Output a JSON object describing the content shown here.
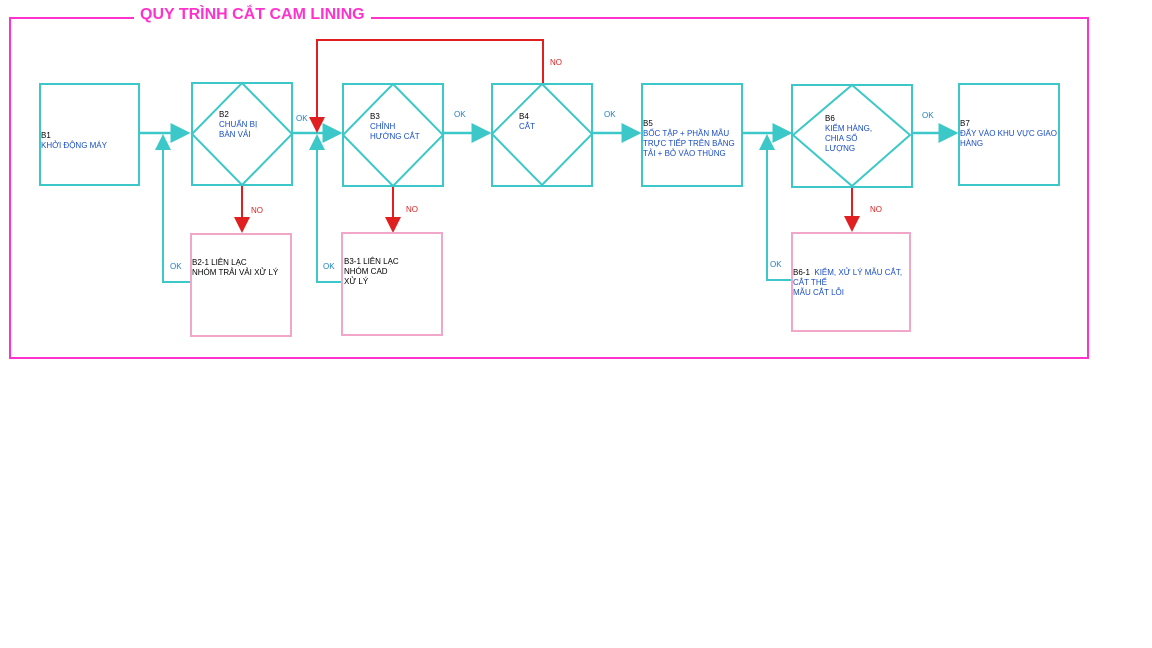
{
  "title": "QUY TRÌNH CẮT CAM LINING",
  "colors": {
    "frame": "#ff33cc",
    "box": "#3cc8c8",
    "error_box": "#f2a6c8",
    "flow": "#3cc8c8",
    "reject": "#e02020",
    "text": "#1a4dc4"
  },
  "steps": {
    "b1": {
      "code": "B1",
      "text": "KHỞI ĐỘNG MÁY"
    },
    "b2": {
      "code": "B2",
      "line1": "CHUẨN BỊ",
      "line2": "BÀN VẢI"
    },
    "b3": {
      "code": "B3",
      "line1": "CHỈNH",
      "line2": "HƯỚNG CẮT"
    },
    "b4": {
      "code": "B4",
      "text": "CẮT"
    },
    "b5": {
      "code": "B5",
      "line1": "BỐC TẬP + PHẦN MẪU",
      "line2": "TRỰC TIẾP TRÊN BĂNG",
      "line3": "TẢI + BỎ VÀO THÙNG"
    },
    "b6": {
      "code": "B6",
      "line1": "KIỂM HÀNG,",
      "line2": "CHIA SỐ",
      "line3": "LƯỢNG"
    },
    "b7": {
      "code": "B7",
      "line1": "ĐẨY VÀO KHU VỰC GIAO",
      "line2": "HÀNG"
    }
  },
  "errors": {
    "b2_1": {
      "line1": "B2-1 LIÊN LẠC",
      "line2": "NHÓM TRẢI VẢI XỬ LÝ"
    },
    "b3_1": {
      "line1": "B3-1 LIÊN LẠC",
      "line2": "NHÓM CAD",
      "line3": "XỬ LÝ"
    },
    "b6_1": {
      "code": "B6-1",
      "line1": "KIỂM, XỬ LÝ MẪU CẮT,",
      "line2": "CẮT THẾ",
      "line3": "MẪU CẮT LỖI"
    }
  },
  "labels": {
    "ok": "OK",
    "no": "NO"
  }
}
